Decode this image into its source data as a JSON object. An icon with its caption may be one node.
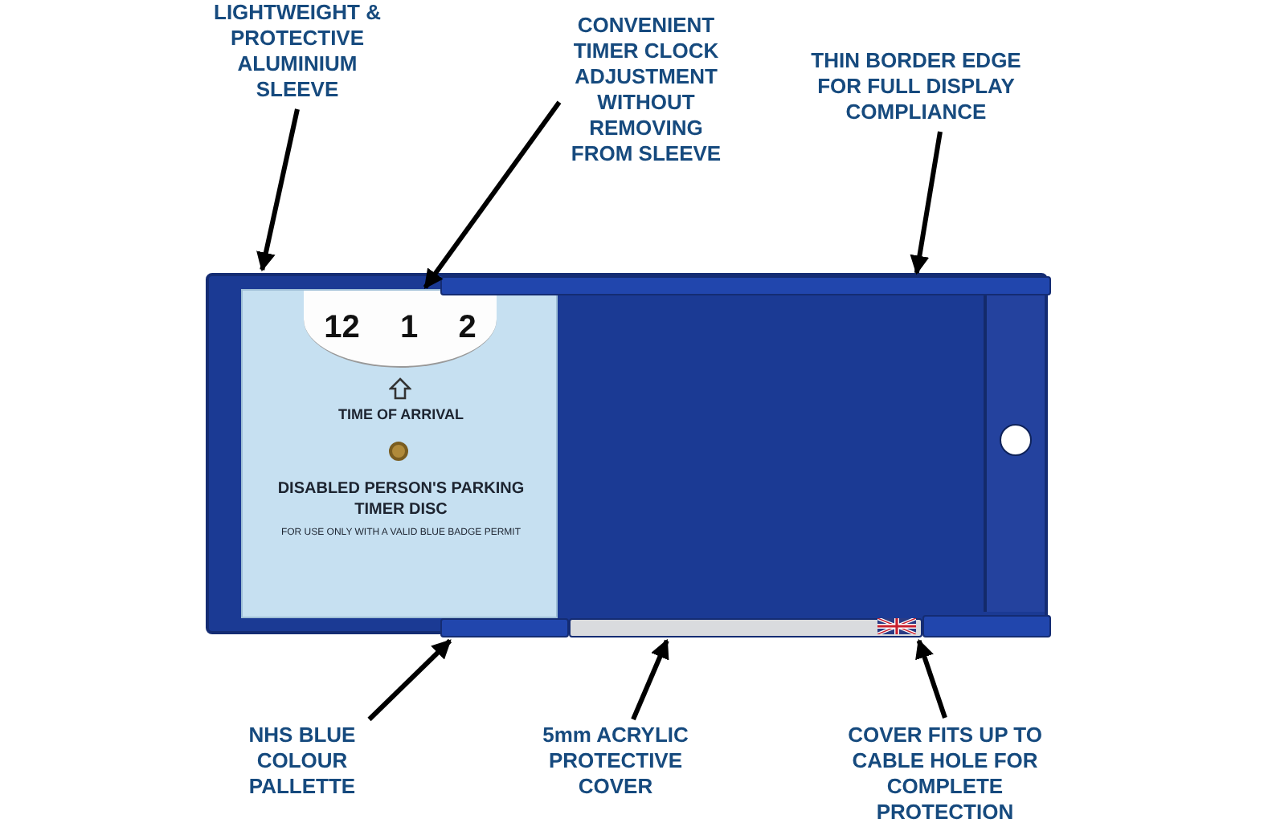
{
  "diagram": {
    "nodes": [
      {
        "text": [
          "LIGHTWEIGHT & PROTECTIVE ALUMINIUM SLEEVE"
        ]
      },
      {
        "text": [
          "CONVENIENT TIMER CLOCK ADJUSTMENT WITHOUT REMOVING FROM SLEEVE"
        ]
      },
      {
        "text": [
          "THIN BORDER EDGE FOR FULL DISPLAY COMPLIANCE"
        ]
      },
      {
        "text": [
          "NHS BLUE COLOUR PALLETTE"
        ]
      },
      {
        "text": [
          "5mm ACRYLIC PROTECTIVE COVER"
        ]
      },
      {
        "text": [
          "COVER FITS UP TO CABLE HOLE FOR COMPLETE PROTECTION"
        ]
      },
      {
        "text": [],
        "shape": "box"
      },
      {
        "text": [
          "TIME OF ARRIVAL",
          "DISABLED PERSON'S PARKING TIMER DISC",
          "FOR USE ONLY WITH A VALID BLUE BADGE PERMIT"
        ],
        "in": 6
      },
      {
        "text": [
          "12",
          "1",
          "2"
        ],
        "in": 7
      },
      {
        "text": [],
        "shape": "bar",
        "in": 6
      },
      {
        "text": [],
        "shape": "bar",
        "in": 6
      },
      {
        "text": [],
        "shape": "bar",
        "in": 6
      }
    ],
    "edges": [
      {
        "from": 0,
        "to": 6,
        "arrow": "to"
      },
      {
        "from": 1,
        "to": 8,
        "arrow": "to"
      },
      {
        "from": 2,
        "to": 9,
        "arrow": "to"
      },
      {
        "from": 3,
        "to": 10,
        "arrow": "to"
      },
      {
        "from": 4,
        "to": 11,
        "arrow": "to"
      },
      {
        "from": 5,
        "to": 11,
        "arrow": "to"
      }
    ]
  }
}
